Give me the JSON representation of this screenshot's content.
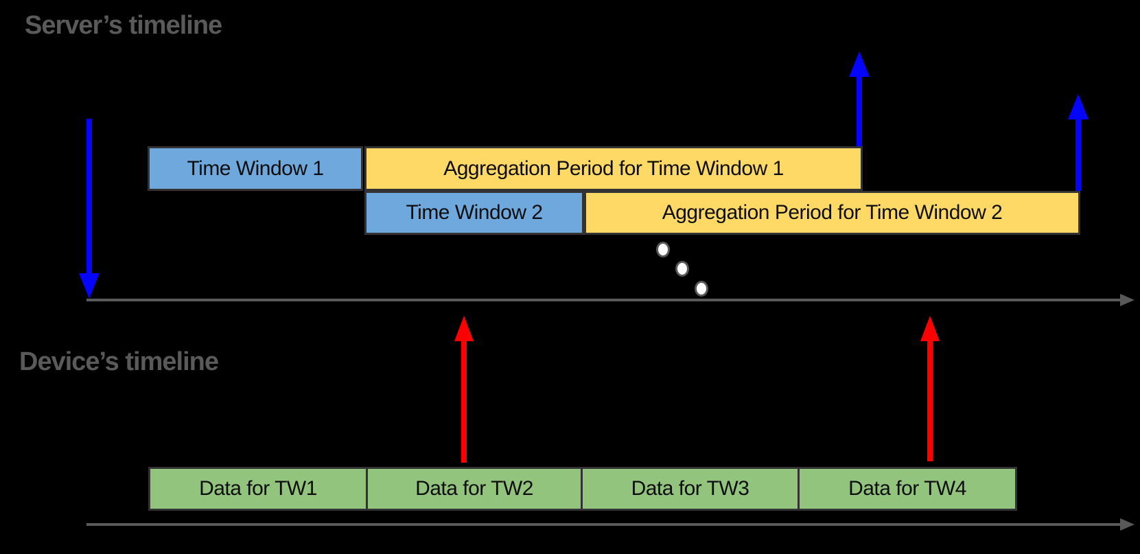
{
  "colors": {
    "background": "#000000",
    "title_text": "#5a5a5a",
    "box_border": "#333333",
    "box_text": "#0d0d0d",
    "time_window_fill": "#6FA8DC",
    "aggregation_fill": "#FFD966",
    "data_fill": "#93C47D",
    "server_arrow": "#0505FF",
    "device_arrow": "#FF0000",
    "axis": "#595959",
    "dot_fill": "#FFFFFF",
    "dot_border": "#595959"
  },
  "server_timeline": {
    "title": "Server’s timeline",
    "time_windows": [
      {
        "label": "Time Window 1"
      },
      {
        "label": "Time Window 2"
      }
    ],
    "aggregation_periods": [
      {
        "label": "Aggregation Period for Time Window 1"
      },
      {
        "label": "Aggregation Period for Time Window 2"
      }
    ]
  },
  "device_timeline": {
    "title": "Device’s timeline",
    "data_blocks": [
      {
        "label": "Data for TW1"
      },
      {
        "label": "Data for TW2"
      },
      {
        "label": "Data for TW3"
      },
      {
        "label": "Data for TW4"
      }
    ]
  }
}
